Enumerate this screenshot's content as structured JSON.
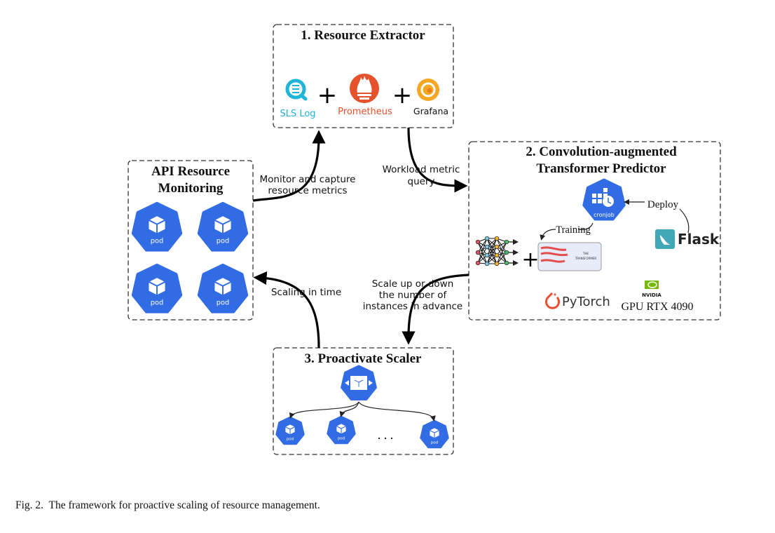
{
  "colors": {
    "kubernetes_blue": "#326ce5",
    "sls": "#1fb4d8",
    "prometheus": "#e6522c",
    "grafana": "#f5a623",
    "flask": "#3fa7b5",
    "pytorch": "#ee4c2c",
    "nvidia": "#76b900"
  },
  "extractor": {
    "title": "1. Resource Extractor",
    "sls": "SLS Log",
    "prometheus": "Prometheus",
    "grafana": "Grafana",
    "plus": "+"
  },
  "monitoring": {
    "title_line1": "API Resource",
    "title_line2": "Monitoring",
    "pod_label": "pod"
  },
  "predictor": {
    "title_line1": "2. Convolution-augmented",
    "title_line2": "Transformer Predictor",
    "cronjob": "cronjob",
    "deploy": "Deploy",
    "training": "Training",
    "flask": "Flask",
    "transformer_line1": "THE",
    "transformer_line2": "TRANSFORMER",
    "pytorch": "PyTorch",
    "nvidia": "NVIDIA",
    "gpu": "GPU RTX 4090",
    "plus": "+"
  },
  "scaler": {
    "title": "3. Proactivate Scaler",
    "pod_label": "pod",
    "ellipsis": ". . ."
  },
  "edges": {
    "monitor_line1": "Monitor and capture",
    "monitor_line2": "resource metrics",
    "workload_line1": "Workload metric",
    "workload_line2": "query",
    "scale_line1": "Scale up or down",
    "scale_line2": "the number of",
    "scale_line3": "instances in advance",
    "scaling_in_time": "Scaling in time"
  },
  "caption": "Fig. 2.  The framework for proactive scaling of resource management."
}
